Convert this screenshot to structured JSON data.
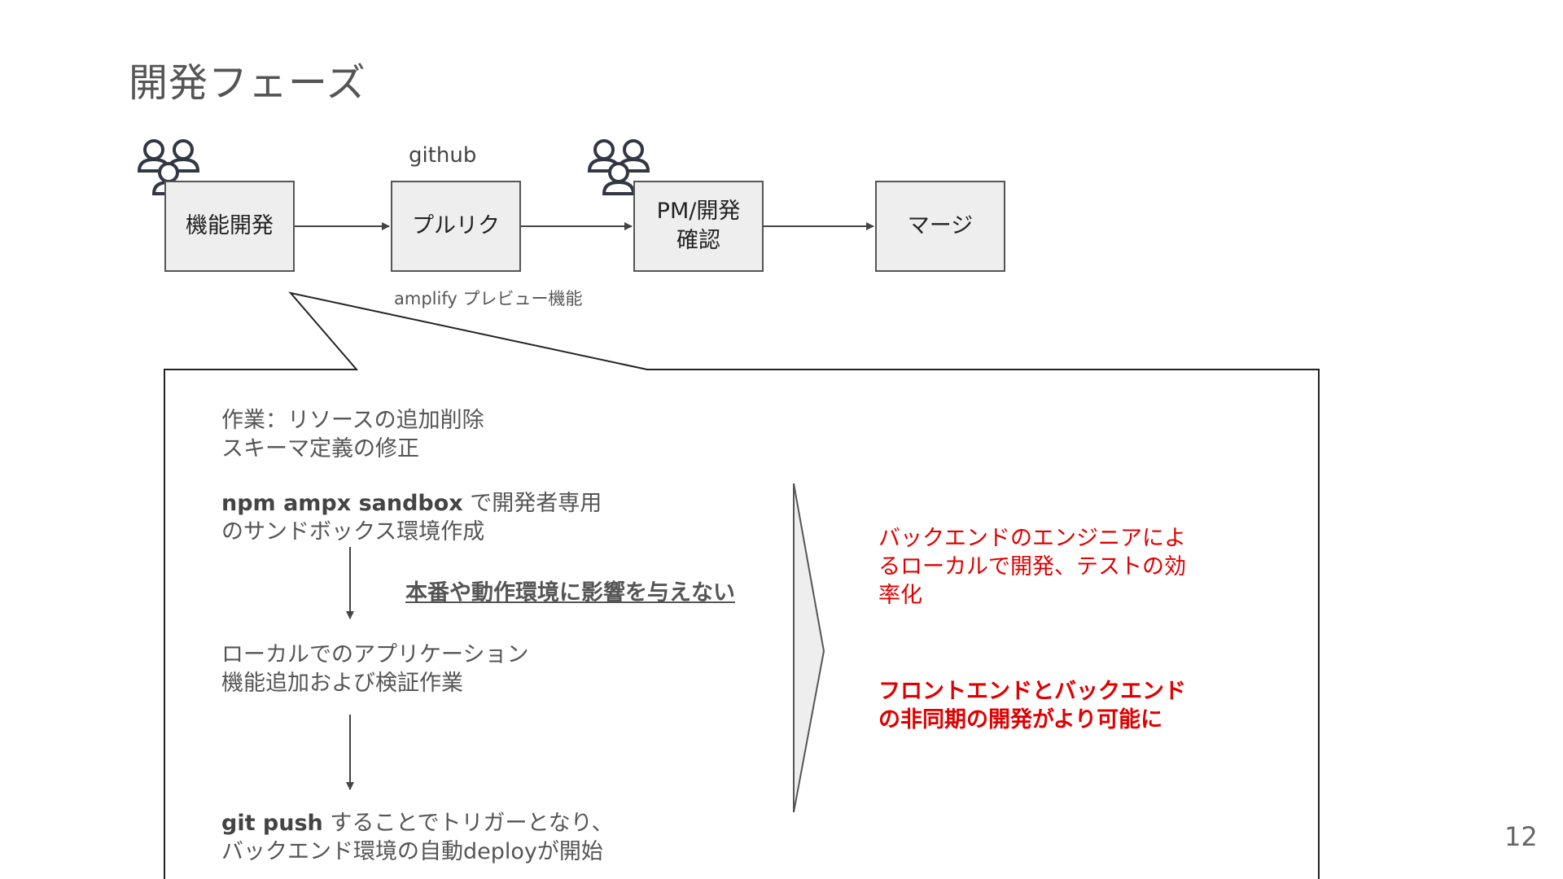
{
  "title": "開発フェーズ",
  "flow": {
    "step1": "機能開発",
    "step2": "プルリク",
    "step3_line1": "PM/開発",
    "step3_line2": "確認",
    "step4": "マージ",
    "label_github": "github",
    "label_amplify": "amplify プレビュー機能"
  },
  "callout": {
    "work_line1": "作業：リソースの追加削除",
    "work_line2": "スキーマ定義の修正",
    "sandbox_cmd": "npm ampx sandbox",
    "sandbox_rest": " で開発者専用",
    "sandbox_line2": "のサンドボックス環境作成",
    "no_impact": "本番や動作環境に影響を与えない",
    "local_line1": "ローカルでのアプリケーション",
    "local_line2": "機能追加および検証作業",
    "push_cmd": "git push",
    "push_rest": " することでトリガーとなり、",
    "push_line2": "バックエンド環境の自動deployが開始"
  },
  "benefits": {
    "b1_line1": "バックエンドのエンジニアによ",
    "b1_line2": "るローカルで開発、テストの効",
    "b1_line3": "率化",
    "b2_line1": "フロントエンドとバックエンド",
    "b2_line2": "の非同期の開発がより可能に"
  },
  "page_number": "12",
  "colors": {
    "accent_red": "#e00000",
    "box_fill": "#eeeeee",
    "box_border": "#555555"
  },
  "icons": [
    "people-group-icon",
    "people-group-icon"
  ]
}
